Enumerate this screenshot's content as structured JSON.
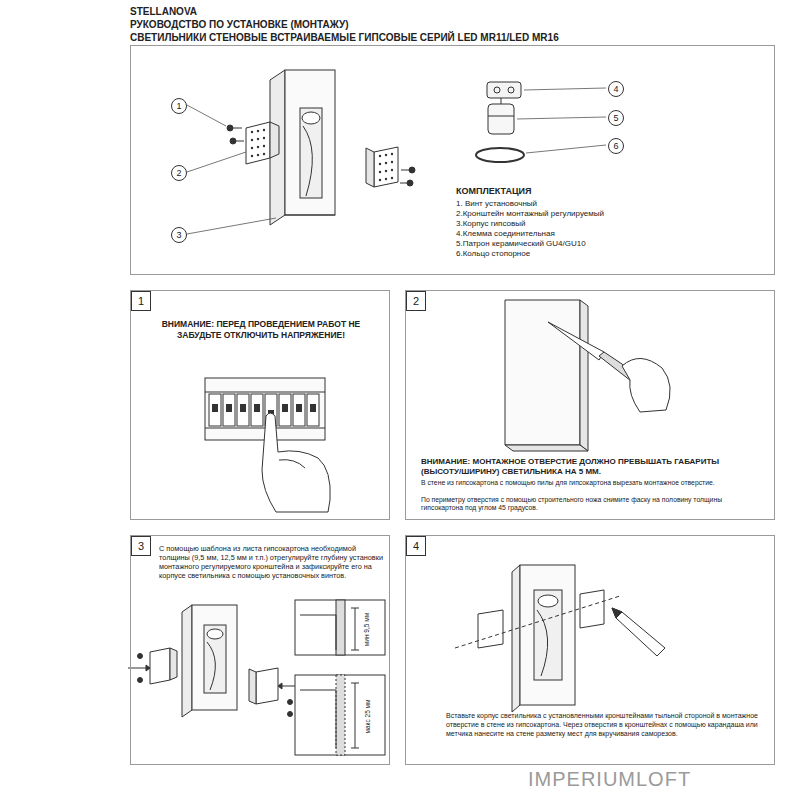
{
  "diagram": {
    "title": "РУКОВОДСТВО ПО УСТАНОВКЕ (МОНТАЖУ)",
    "nodes": [
      {
        "text": [
          "КОМПЛЕКТАЦИЯ",
          "1. Винт установочный",
          "2.Кронштейн монтажный регулируемый",
          "3.Корпус гипсовый",
          "4.Клемма соединительная",
          "5.Патрон керамический GU4/GU10",
          "6.Кольцо стопорное"
        ]
      },
      {
        "text": [
          "1"
        ],
        "in": 0
      },
      {
        "text": [
          "2"
        ],
        "in": 0
      },
      {
        "text": [
          "3"
        ],
        "in": 0
      },
      {
        "text": [
          "4"
        ],
        "in": 0
      },
      {
        "text": [
          "5"
        ],
        "in": 0
      },
      {
        "text": [
          "6"
        ],
        "in": 0
      },
      {
        "text": [
          "ВНИМАНИЕ: ПЕРЕД ПРОВЕДЕНИЕМ РАБОТ НЕ ЗАБУДЬТЕ ОТКЛЮЧИТЬ НАПРЯЖЕНИЕ!"
        ]
      },
      {
        "text": [
          "1"
        ],
        "in": 7
      },
      {
        "text": [
          "ВНИМАНИЕ: МОНТАЖНОЕ ОТВЕРСТИЕ ДОЛЖНО ПРЕВЫШАТЬ ГАБАРИТЫ (ВЫСОТУ/ШИРИНУ) СВЕТИЛЬНИКА НА 5 ММ.",
          "В стене из гипсокартона с помощью пилы для гипсокартона вырезать монтажное отверстие.",
          "По периметру отверстия с помощью строительного ножа снимите фаску на половину толщины гипсокартона под углом 45 градусов."
        ]
      },
      {
        "text": [
          "2"
        ],
        "in": 9
      },
      {
        "text": [
          "С помощью шаблона из листа гипсокартона необходимой толщины (9,5 мм, 12,5 мм и т.п.) отрегулируйте глубину установки монтажного регулируемого кронштейна и зафиксируйте его на корпусе светильника с помощью установочных винтов."
        ]
      },
      {
        "text": [
          "3"
        ],
        "in": 11
      },
      {
        "text": [
          "Вставьте корпус светильника с установленными кронштейнами тыльной стороной в монтажное отверстие в стене из гипсокартона. Через отверстия в кронштейнах с помощью карандаша или метчика нанесите на стене разметку мест для вкручивания саморезов."
        ]
      },
      {
        "text": [
          "4"
        ],
        "in": 13
      }
    ],
    "labels": [
      "STELLANOVA",
      "СВЕТИЛЬНИКИ СТЕНОВЫЕ ВСТРАИВАЕМЫЕ ГИПСОВЫЕ СЕРИЙ LED MR11/LED MR16",
      "мин 9,5 мм",
      "макс 25 мм",
      "IMPERIUMLOFT"
    ]
  }
}
